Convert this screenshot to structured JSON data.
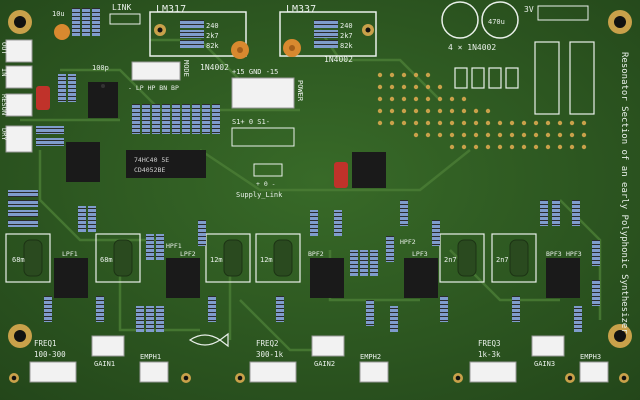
{
  "board": {
    "side_title": "Resonator Section of an early Polyphonic Synthesizer",
    "regulators": {
      "left": "LM317",
      "right": "LM337"
    },
    "link_label": "LINK",
    "resistor_values_left": [
      "240",
      "2k7",
      "82k"
    ],
    "resistor_values_right": [
      "240",
      "2k7",
      "82k"
    ],
    "diode_labels": {
      "left": "1N4002",
      "right": "1N4002",
      "bridge": "4 × 1N4002"
    },
    "cap_labels": {
      "c10u": "10u",
      "c100p": "100p",
      "c470u": "470u"
    },
    "mode_label": "MODE",
    "mode_pins": "- LP HP BN BP",
    "power_pins": "+15 GND -15",
    "power_connector_label": "POWER",
    "signal_pins": "S1+ 0 S1-",
    "supply_link": {
      "pins": "+ 0 -",
      "label": "Supply_Link"
    },
    "voltage_label": "3V",
    "io_labels": [
      "OUT",
      "IN",
      "RESON",
      "DRY"
    ],
    "ic_marking": {
      "line1": "74HC40 5E",
      "line2": "CD4052BE"
    },
    "filter_labels": [
      "LPF1",
      "HPF1",
      "LPF2",
      "BPF2",
      "HPF2",
      "LPF3",
      "BPF3",
      "HPF3"
    ],
    "inductor_labels": [
      "68m",
      "68m",
      "12m",
      "12m",
      "2n7",
      "2n7"
    ],
    "freq_labels": [
      {
        "title": "FREQ1",
        "range": "100-300"
      },
      {
        "title": "FREQ2",
        "range": "300-1k"
      },
      {
        "title": "FREQ3",
        "range": "1k-3k"
      }
    ],
    "gain_labels": [
      "GAIN1",
      "GAIN2",
      "GAIN3"
    ],
    "emph_labels": [
      "EMPH1",
      "EMPH2",
      "EMPH3"
    ],
    "colors": {
      "board_green": "#2f5a22",
      "trace_green": "#3d6e2c",
      "silk_white": "#e9f0ea",
      "pad_gold": "#c9a14a",
      "ic_black": "#1a1a1a",
      "resistor_blue": "#6f8fbf",
      "cap_red": "#c0322a",
      "cap_orange": "#d8892f",
      "connector_white": "#f2f2f2"
    }
  }
}
